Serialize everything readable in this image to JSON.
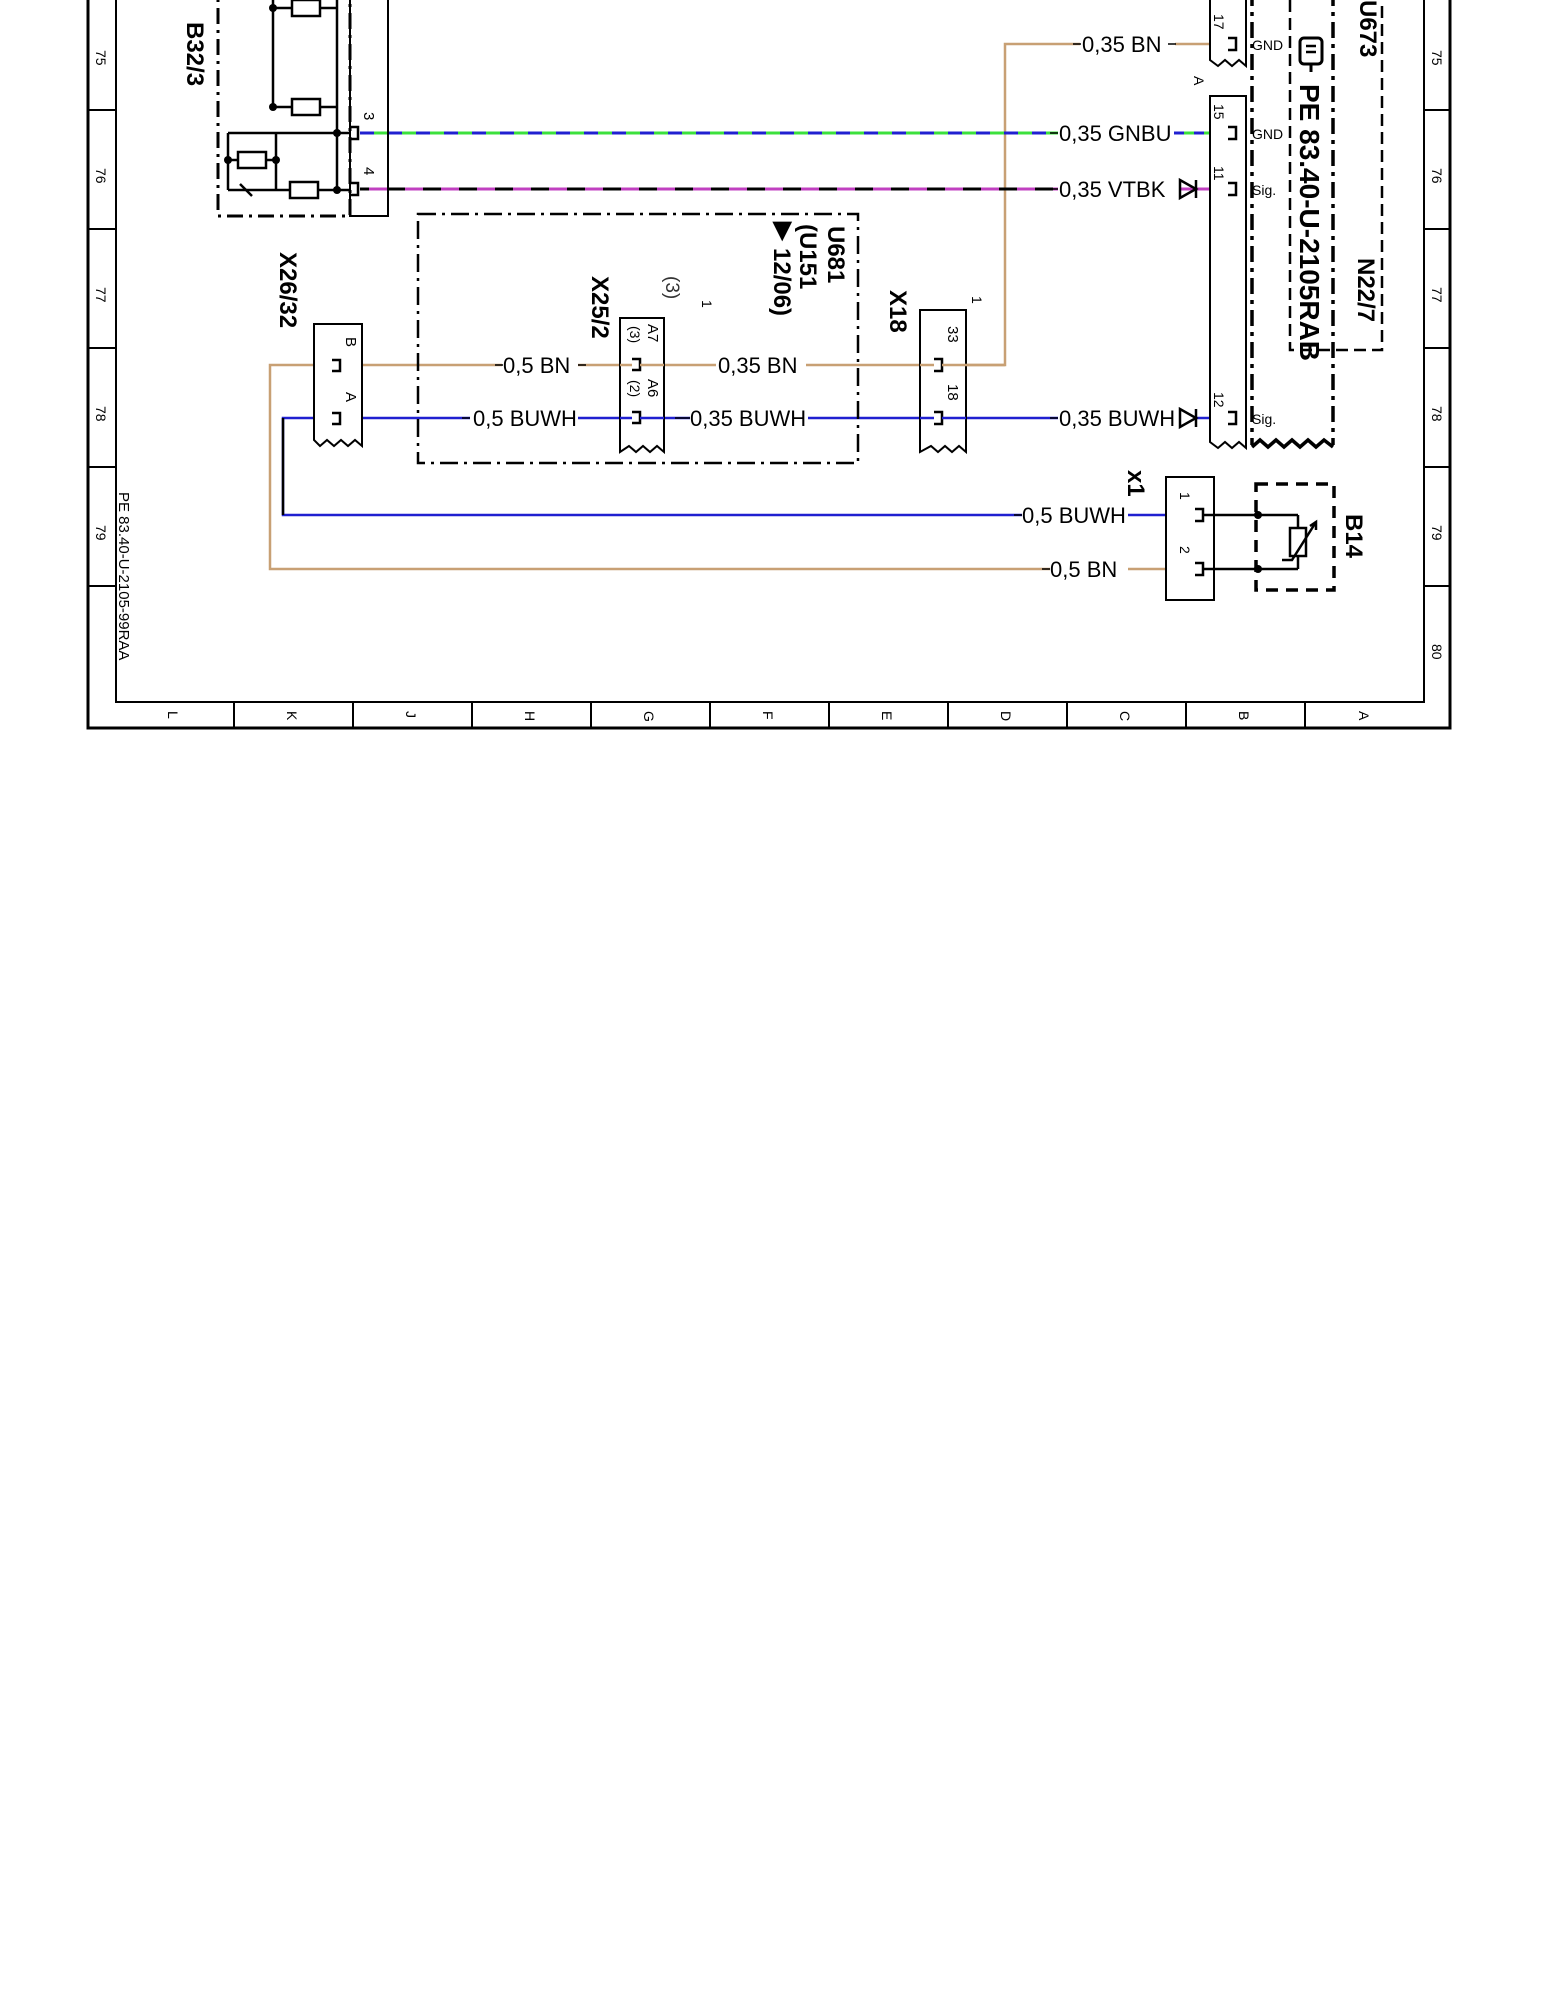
{
  "sheet": {
    "row_numbers": [
      "75",
      "76",
      "77",
      "78",
      "79",
      "80"
    ],
    "column_letters": [
      "L",
      "K",
      "J",
      "H",
      "G",
      "F",
      "E",
      "D",
      "C",
      "B",
      "A"
    ],
    "footer_ref": "PE 83.40-U-2105-99RAA"
  },
  "components": {
    "b32_3": "B32/3",
    "x26_32": "X26/32",
    "x25_2": "X25/2",
    "u681": "U681",
    "u151": "(U151",
    "u151_date": "12/06)",
    "x18": "X18",
    "n22_7": "N22/7",
    "u673": "U673",
    "n22_7_ref": "PE 83.40-U-2105RAB",
    "x1": "x1",
    "b14": "B14"
  },
  "pins": {
    "b32_3_p3": "3",
    "b32_3_p4": "4",
    "x26_b": "B",
    "x26_a": "A",
    "x25_a7": "A7",
    "x25_a6": "A6",
    "x25_a7_alt": "(3)",
    "x25_a6_alt": "(2)",
    "x25_note": "(3)",
    "x25_mark": "1",
    "x18_p33": "33",
    "x18_p18": "18",
    "x18_mark": "1",
    "n22_p17": "17",
    "n22_p15": "15",
    "n22_p11": "11",
    "n22_p12": "12",
    "n22_side": "A",
    "n22_gnd1": "GND",
    "n22_gnd2": "GND",
    "n22_sig1": "Sig.",
    "n22_sig2": "Sig.",
    "x1_p1": "1",
    "x1_p2": "2"
  },
  "wires": {
    "w_gnd_bn": "0,35 BN",
    "w_gnbu": "0,35 GNBU",
    "w_vtbk": "0,35 VTBK",
    "w_x25_bn_left": "0,5 BN",
    "w_x25_bn_right": "0,35 BN",
    "w_x25_buwh_left": "0,5 BUWH",
    "w_x25_buwh_right": "0,35 BUWH",
    "w_x18_buwh": "0,35 BUWH",
    "w_x1_buwh": "0,5 BUWH",
    "w_x1_bn": "0,5 BN"
  },
  "colors": {
    "brown": "#c8a074",
    "green": "#3ce03c",
    "blue": "#2020d0",
    "violet": "#c040c0",
    "black": "#000000"
  }
}
